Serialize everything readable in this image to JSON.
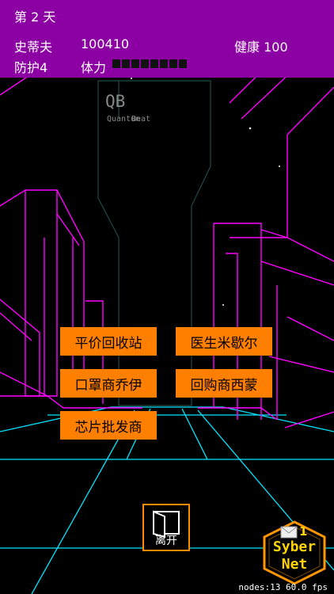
{
  "hud": {
    "day": "第 2 天",
    "name": "史蒂夫",
    "money": "100410",
    "health": "健康 100",
    "defense": "防护4",
    "stamina_label": "体力",
    "stamina_level": 8
  },
  "sign": {
    "logo": "QB",
    "caption_a": "Quantum",
    "caption_b": "Beat"
  },
  "buttons": {
    "pawn_shop": "平价回收站",
    "doctor": "医生米歇尔",
    "mask_dealer": "口罩商乔伊",
    "buyback_dealer": "回购商西蒙",
    "chip_dealer": "芯片批发商"
  },
  "leave": {
    "label": "离开",
    "icon": "door-icon"
  },
  "syber": {
    "mail_count": "1",
    "line1": "Syber",
    "line2": "Net",
    "icon": "mail-icon"
  },
  "footer": {
    "stats": "nodes:13  60.0 fps"
  },
  "colors": {
    "hud_bg": "#8c00a3",
    "neon_magenta": "#ff00ff",
    "neon_cyan": "#00e5ff",
    "button_orange": "#ff7f00",
    "syber_yellow": "#ffd400"
  }
}
